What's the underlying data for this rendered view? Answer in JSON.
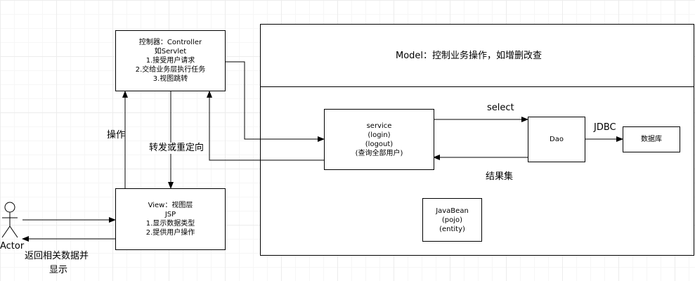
{
  "model_panel": {
    "title": "Model：控制业务操作，如增删改查"
  },
  "controller": {
    "lines": [
      "控制器：Controller",
      "如Servlet",
      "1.接受用户请求",
      "2.交给业务层执行任务",
      "3.视图跳转"
    ]
  },
  "view": {
    "lines": [
      "View：视图层",
      "JSP",
      "1.显示数据类型",
      "2.提供用户操作"
    ]
  },
  "service": {
    "lines": [
      "service",
      "(login)",
      "(logout)",
      "(查询全部用户)"
    ]
  },
  "dao": {
    "lines": [
      "Dao"
    ]
  },
  "database": {
    "lines": [
      "数据库"
    ]
  },
  "javabean": {
    "lines": [
      "JavaBean",
      "(pojo)",
      "(entity)"
    ]
  },
  "actor": {
    "label": "Actor"
  },
  "edge_labels": {
    "operate": "操作",
    "forward": "转发或重定向",
    "select": "select",
    "result_set": "结果集",
    "jdbc": "JDBC",
    "return_line1": "返回相关数据并",
    "return_line2": "显示"
  }
}
